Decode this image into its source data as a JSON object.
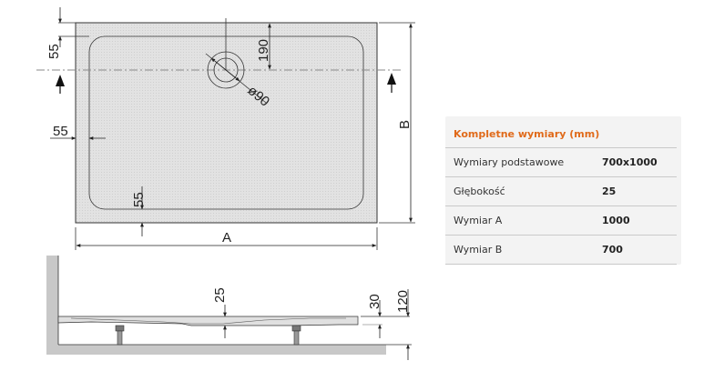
{
  "table": {
    "title": "Kompletne wymiary (mm)",
    "title_color": "#e06a1a",
    "rows": [
      {
        "label": "Wymiary podstawowe",
        "value": "700x1000"
      },
      {
        "label": "Głębokość",
        "value": "25"
      },
      {
        "label": "Wymiar A",
        "value": "1000"
      },
      {
        "label": "Wymiar B",
        "value": "700"
      }
    ]
  },
  "drawing": {
    "top_view": {
      "dim_top_margin": "55",
      "dim_drain_offset": "190",
      "dim_drain_diameter": "ø90",
      "dim_left_margin": "55",
      "dim_bottom_margin": "55",
      "dim_width_label": "A",
      "dim_height_label": "B"
    },
    "side_view": {
      "dim_depth": "25",
      "dim_rim": "30",
      "dim_total_height": "120"
    }
  }
}
